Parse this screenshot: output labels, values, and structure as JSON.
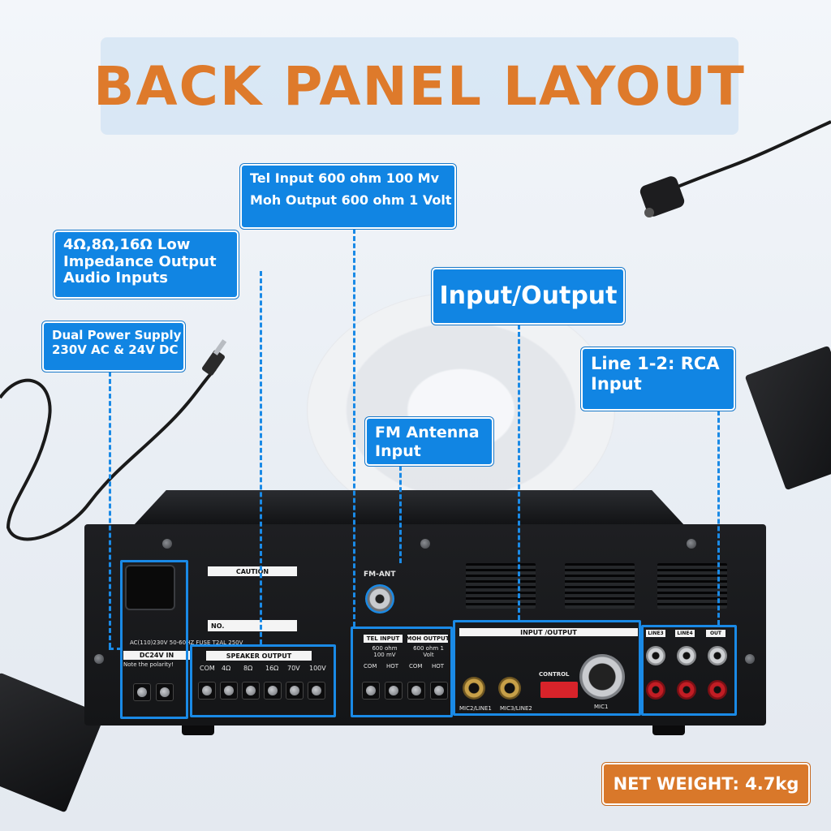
{
  "title": "BACK PANEL LAYOUT",
  "callouts": {
    "tel": {
      "line1": "Tel Input 600 ohm 100 Mv",
      "line2": "Moh Output 600 ohm 1 Volt"
    },
    "impedance": {
      "line1": "4Ω,8Ω,16Ω Low",
      "line2": "Impedance Output",
      "line3": "Audio Inputs"
    },
    "power": {
      "line1": "Dual Power Supply",
      "line2": "230V AC & 24V DC"
    },
    "io": {
      "line1": "Input/Output"
    },
    "line": {
      "line1": "Line 1-2: RCA",
      "line2": "Input"
    },
    "fm": {
      "line1": "FM Antenna",
      "line2": "Input"
    }
  },
  "net_weight": "NET WEIGHT: 4.7kg",
  "panel_labels": {
    "fm_ant": "FM-ANT",
    "caution": "CAUTION",
    "no": "NO.",
    "power_spec": "AC(110)230V 50-60HZ FUSE T2AL 250V",
    "dc_in": "DC24V IN",
    "polarity": "Note the polarity!",
    "speaker_output": "SPEAKER OUTPUT",
    "speaker_terminals": [
      "COM",
      "4Ω",
      "8Ω",
      "16Ω",
      "70V",
      "100V"
    ],
    "tel_input": "TEL INPUT",
    "moh_output": "MOH OUTPUT",
    "tel_spec": "600 ohm 100 mV",
    "moh_spec": "600 ohm 1 Volt",
    "com": "COM",
    "hot": "HOT",
    "input_output": "INPUT /OUTPUT",
    "control": "CONTROL",
    "mic2_line1": "MIC2/LINE1",
    "mic3_line2": "MIC3/LINE2",
    "mic1": "MIC1",
    "line3": "LINE3",
    "line4": "LINE4",
    "out": "OUT"
  }
}
